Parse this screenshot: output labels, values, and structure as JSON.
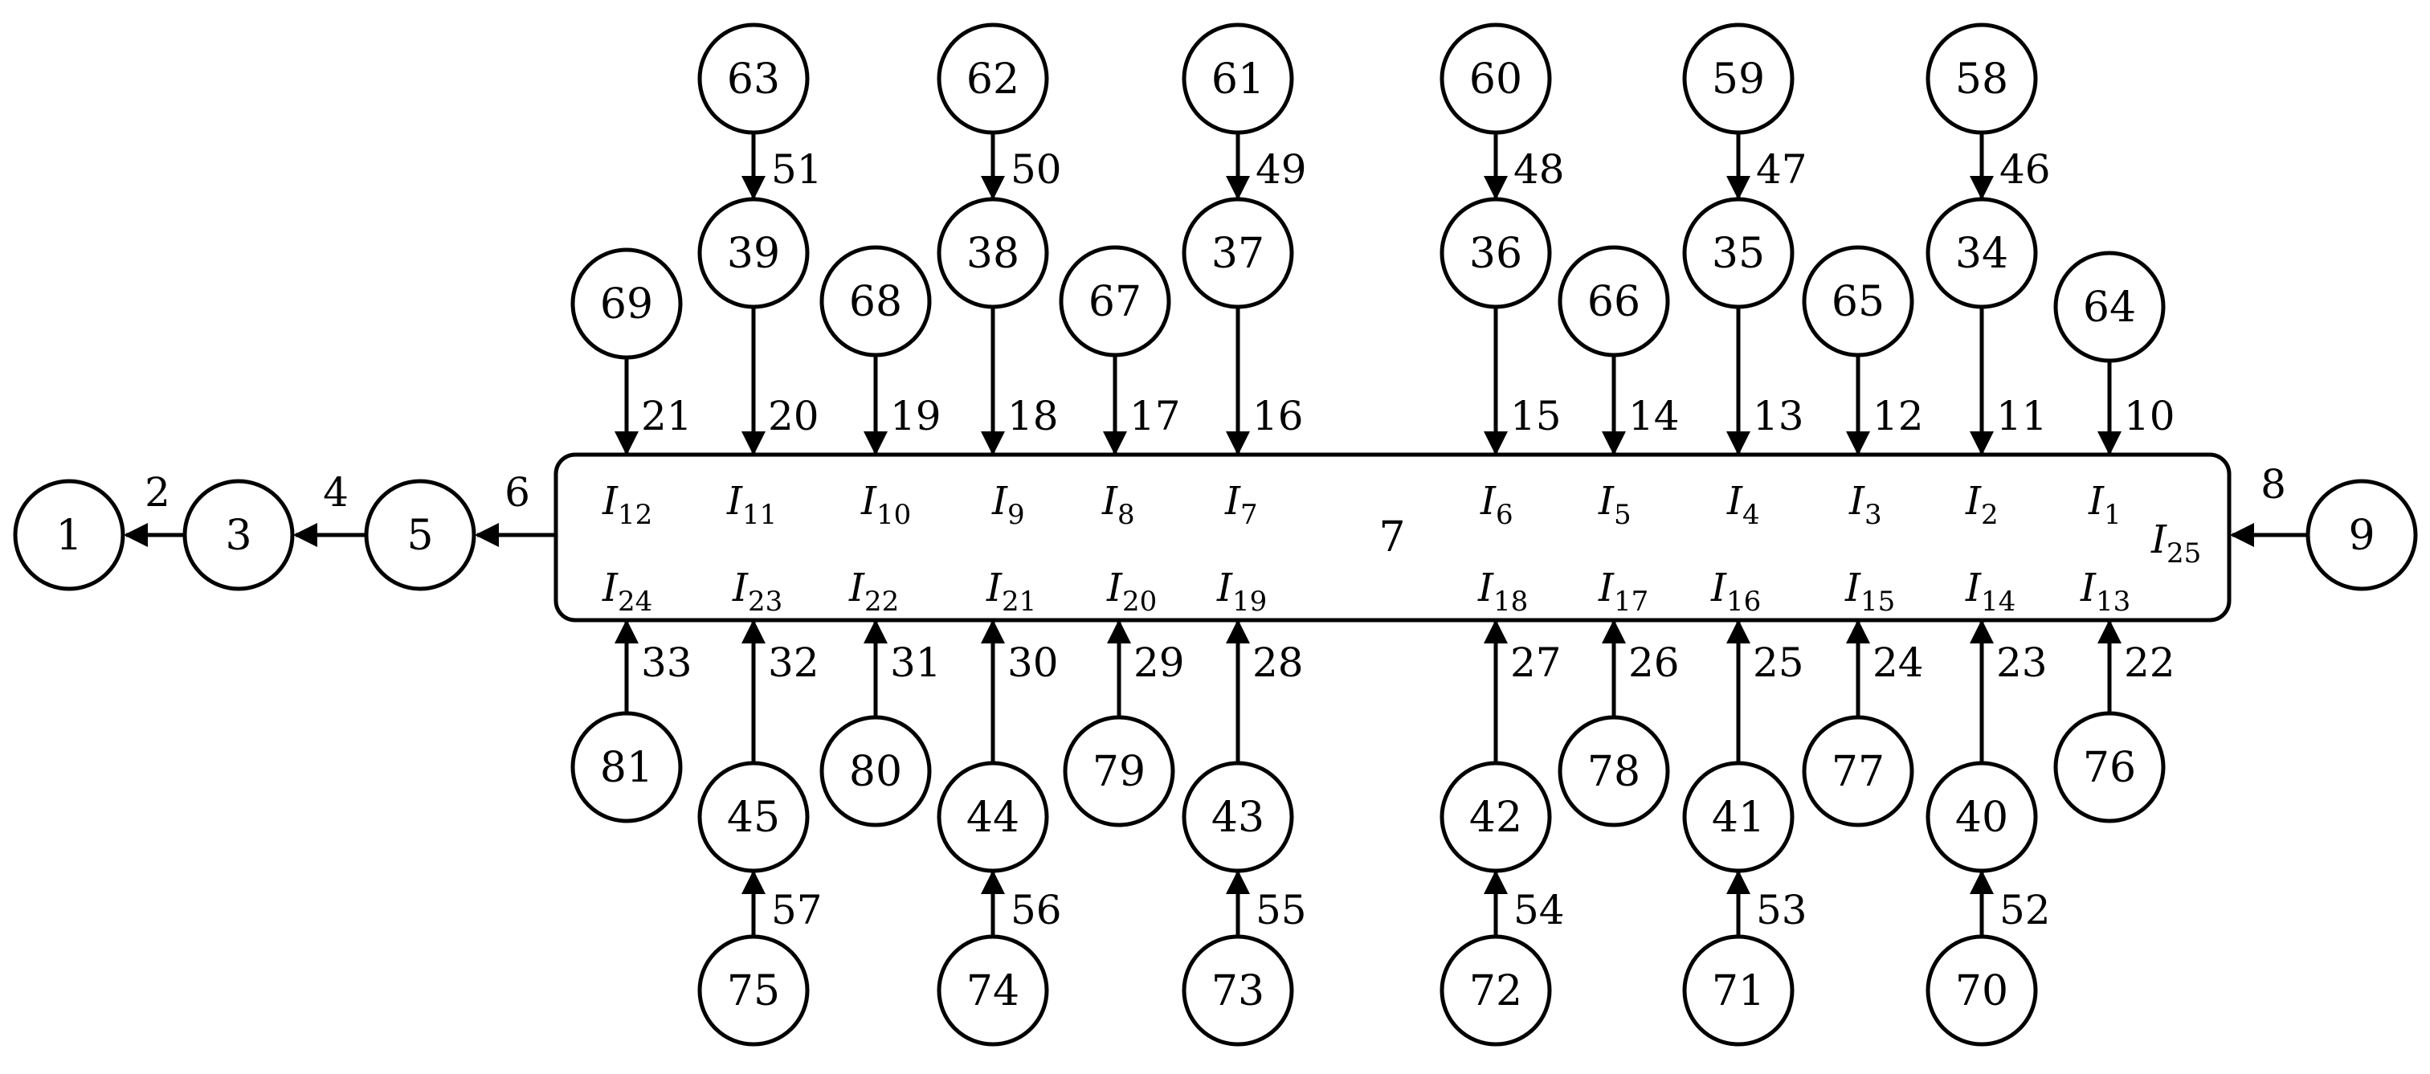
{
  "bus": {
    "label": "7"
  },
  "nodes": [
    {
      "id": "n1",
      "label": "1"
    },
    {
      "id": "n3",
      "label": "3"
    },
    {
      "id": "n5",
      "label": "5"
    },
    {
      "id": "n9",
      "label": "9"
    },
    {
      "id": "n69",
      "label": "69"
    },
    {
      "id": "n39",
      "label": "39"
    },
    {
      "id": "n63",
      "label": "63"
    },
    {
      "id": "n68",
      "label": "68"
    },
    {
      "id": "n38",
      "label": "38"
    },
    {
      "id": "n62",
      "label": "62"
    },
    {
      "id": "n67",
      "label": "67"
    },
    {
      "id": "n37",
      "label": "37"
    },
    {
      "id": "n61",
      "label": "61"
    },
    {
      "id": "n36",
      "label": "36"
    },
    {
      "id": "n60",
      "label": "60"
    },
    {
      "id": "n66",
      "label": "66"
    },
    {
      "id": "n35",
      "label": "35"
    },
    {
      "id": "n59",
      "label": "59"
    },
    {
      "id": "n65",
      "label": "65"
    },
    {
      "id": "n34",
      "label": "34"
    },
    {
      "id": "n58",
      "label": "58"
    },
    {
      "id": "n64",
      "label": "64"
    },
    {
      "id": "n81",
      "label": "81"
    },
    {
      "id": "n45",
      "label": "45"
    },
    {
      "id": "n75",
      "label": "75"
    },
    {
      "id": "n80",
      "label": "80"
    },
    {
      "id": "n44",
      "label": "44"
    },
    {
      "id": "n74",
      "label": "74"
    },
    {
      "id": "n79",
      "label": "79"
    },
    {
      "id": "n43",
      "label": "43"
    },
    {
      "id": "n73",
      "label": "73"
    },
    {
      "id": "n42",
      "label": "42"
    },
    {
      "id": "n72",
      "label": "72"
    },
    {
      "id": "n78",
      "label": "78"
    },
    {
      "id": "n41",
      "label": "41"
    },
    {
      "id": "n71",
      "label": "71"
    },
    {
      "id": "n77",
      "label": "77"
    },
    {
      "id": "n40",
      "label": "40"
    },
    {
      "id": "n70",
      "label": "70"
    },
    {
      "id": "n76",
      "label": "76"
    }
  ],
  "edges": [
    {
      "id": "e2",
      "label": "2"
    },
    {
      "id": "e4",
      "label": "4"
    },
    {
      "id": "e6",
      "label": "6"
    },
    {
      "id": "e8",
      "label": "8"
    },
    {
      "id": "e21",
      "label": "21"
    },
    {
      "id": "e20",
      "label": "20"
    },
    {
      "id": "e19",
      "label": "19"
    },
    {
      "id": "e18",
      "label": "18"
    },
    {
      "id": "e17",
      "label": "17"
    },
    {
      "id": "e16",
      "label": "16"
    },
    {
      "id": "e15",
      "label": "15"
    },
    {
      "id": "e14",
      "label": "14"
    },
    {
      "id": "e13",
      "label": "13"
    },
    {
      "id": "e12",
      "label": "12"
    },
    {
      "id": "e11",
      "label": "11"
    },
    {
      "id": "e10",
      "label": "10"
    },
    {
      "id": "e51",
      "label": "51"
    },
    {
      "id": "e50",
      "label": "50"
    },
    {
      "id": "e49",
      "label": "49"
    },
    {
      "id": "e48",
      "label": "48"
    },
    {
      "id": "e47",
      "label": "47"
    },
    {
      "id": "e46",
      "label": "46"
    },
    {
      "id": "e33",
      "label": "33"
    },
    {
      "id": "e32",
      "label": "32"
    },
    {
      "id": "e31",
      "label": "31"
    },
    {
      "id": "e30",
      "label": "30"
    },
    {
      "id": "e29",
      "label": "29"
    },
    {
      "id": "e28",
      "label": "28"
    },
    {
      "id": "e27",
      "label": "27"
    },
    {
      "id": "e26",
      "label": "26"
    },
    {
      "id": "e25",
      "label": "25"
    },
    {
      "id": "e24",
      "label": "24"
    },
    {
      "id": "e23",
      "label": "23"
    },
    {
      "id": "e22",
      "label": "22"
    },
    {
      "id": "e57",
      "label": "57"
    },
    {
      "id": "e56",
      "label": "56"
    },
    {
      "id": "e55",
      "label": "55"
    },
    {
      "id": "e54",
      "label": "54"
    },
    {
      "id": "e53",
      "label": "53"
    },
    {
      "id": "e52",
      "label": "52"
    }
  ],
  "currents": [
    {
      "id": "c12",
      "base": "I",
      "sub": "12"
    },
    {
      "id": "c11",
      "base": "I",
      "sub": "11"
    },
    {
      "id": "c10",
      "base": "I",
      "sub": "10"
    },
    {
      "id": "c9",
      "base": "I",
      "sub": "9"
    },
    {
      "id": "c8",
      "base": "I",
      "sub": "8"
    },
    {
      "id": "c7",
      "base": "I",
      "sub": "7"
    },
    {
      "id": "c6",
      "base": "I",
      "sub": "6"
    },
    {
      "id": "c5",
      "base": "I",
      "sub": "5"
    },
    {
      "id": "c4",
      "base": "I",
      "sub": "4"
    },
    {
      "id": "c3",
      "base": "I",
      "sub": "3"
    },
    {
      "id": "c2",
      "base": "I",
      "sub": "2"
    },
    {
      "id": "c1",
      "base": "I",
      "sub": "1"
    },
    {
      "id": "c25",
      "base": "I",
      "sub": "25"
    },
    {
      "id": "c24",
      "base": "I",
      "sub": "24"
    },
    {
      "id": "c23",
      "base": "I",
      "sub": "23"
    },
    {
      "id": "c22",
      "base": "I",
      "sub": "22"
    },
    {
      "id": "c21",
      "base": "I",
      "sub": "21"
    },
    {
      "id": "c20",
      "base": "I",
      "sub": "20"
    },
    {
      "id": "c19",
      "base": "I",
      "sub": "19"
    },
    {
      "id": "c18",
      "base": "I",
      "sub": "18"
    },
    {
      "id": "c17",
      "base": "I",
      "sub": "17"
    },
    {
      "id": "c16",
      "base": "I",
      "sub": "16"
    },
    {
      "id": "c15",
      "base": "I",
      "sub": "15"
    },
    {
      "id": "c14",
      "base": "I",
      "sub": "14"
    },
    {
      "id": "c13",
      "base": "I",
      "sub": "13"
    }
  ]
}
